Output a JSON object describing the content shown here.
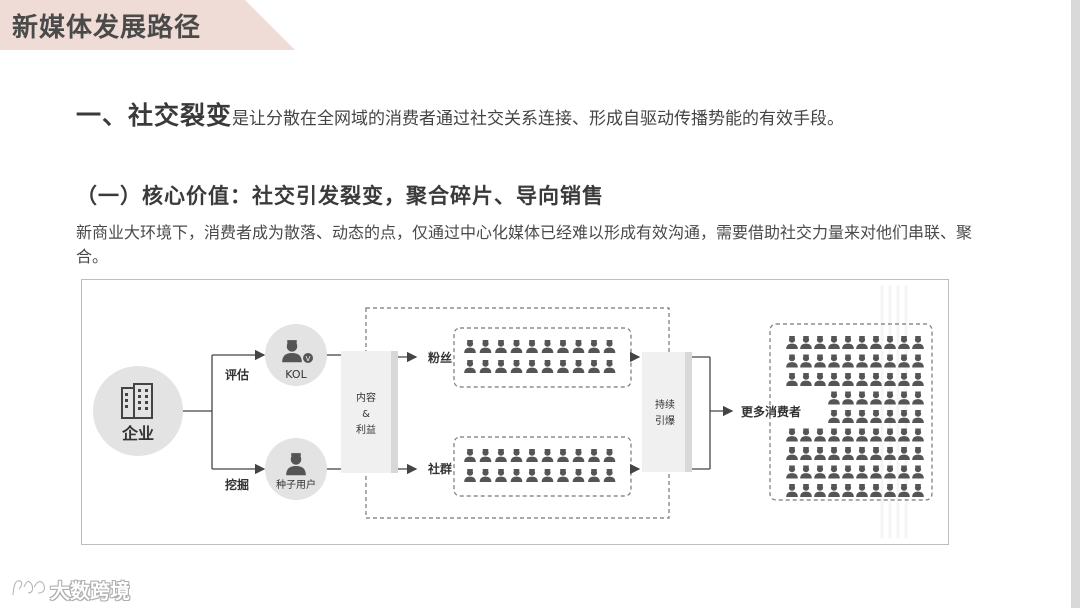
{
  "slide": {
    "title": "新媒体发展路径",
    "heading1": "一、社交裂变",
    "heading1_desc": "是让分散在全网域的消费者通过社交关系连接、形成自驱动传播势能的有效手段。",
    "heading2": "（一）核心价值：社交引发裂变，聚合碎片、导向销售",
    "paragraph": "新商业大环境下，消费者成为散落、动态的点，仅通过中心化媒体已经难以形成有效沟通，需要借助社交力量来对他们串联、聚合。"
  },
  "diagram": {
    "enterprise": "企业",
    "evaluate": "评估",
    "dig": "挖掘",
    "kol": "KOL",
    "seed_user": "种子用户",
    "content_line1": "内容",
    "content_line2": "&",
    "content_line3": "利益",
    "fans": "粉丝",
    "community": "社群",
    "sustain_line1": "持续",
    "sustain_line2": "引爆",
    "more_consumers": "更多消费者"
  },
  "watermark": "大数跨境",
  "colors": {
    "title_bg": "#efdcd6",
    "circle_bg": "#e3e3e3",
    "person": "#555555"
  }
}
